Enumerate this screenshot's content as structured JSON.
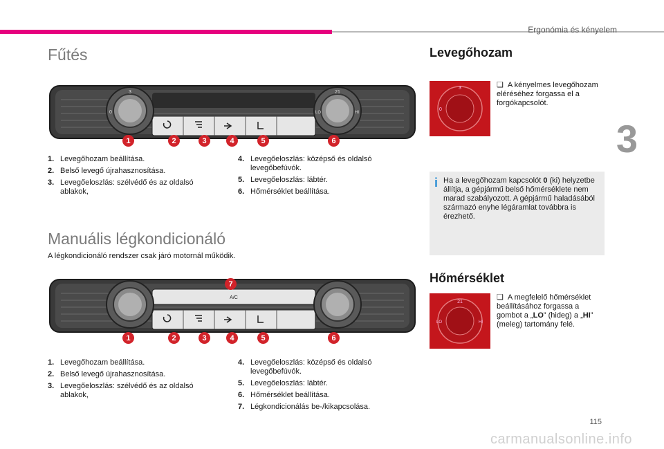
{
  "header": {
    "section": "Ergonómia és kényelem",
    "chapter": "3",
    "page_number": "115"
  },
  "heating": {
    "title": "Fűtés",
    "callouts": [
      "1",
      "2",
      "3",
      "4",
      "5",
      "6"
    ],
    "panel_labels": {
      "left_min": "0",
      "left_max": "3",
      "right_lo": "LO",
      "right_hi": "HI",
      "right_mid": "21"
    },
    "list_left": [
      {
        "num": "1.",
        "text": "Levegőhozam beállítása."
      },
      {
        "num": "2.",
        "text": "Belső levegő újrahasznosítása."
      },
      {
        "num": "3.",
        "text": "Levegőeloszlás: szélvédő és az oldalsó ablakok,"
      }
    ],
    "list_right": [
      {
        "num": "4.",
        "text": "Levegőeloszlás: középső és oldalsó levegőbefúvók."
      },
      {
        "num": "5.",
        "text": "Levegőeloszlás: lábtér."
      },
      {
        "num": "6.",
        "text": "Hőmérséklet beállítása."
      }
    ]
  },
  "manual_ac": {
    "title": "Manuális légkondicionáló",
    "intro": "A légkondicionáló rendszer csak járó motornál működik.",
    "ac_label": "A/C",
    "callouts": [
      "1",
      "2",
      "3",
      "4",
      "5",
      "6",
      "7"
    ],
    "list_left": [
      {
        "num": "1.",
        "text": "Levegőhozam beállítása."
      },
      {
        "num": "2.",
        "text": "Belső levegő újrahasznosítása."
      },
      {
        "num": "3.",
        "text": "Levegőeloszlás: szélvédő és az oldalsó ablakok,"
      }
    ],
    "list_right": [
      {
        "num": "4.",
        "text": "Levegőeloszlás: középső és oldalsó levegőbefúvók."
      },
      {
        "num": "5.",
        "text": "Levegőeloszlás: lábtér."
      },
      {
        "num": "6.",
        "text": "Hőmérséklet beállítása."
      },
      {
        "num": "7.",
        "text": "Légkondicionálás be-/kikapcsolása."
      }
    ]
  },
  "airflow": {
    "title": "Levegőhozam",
    "bullet": "A kényelmes levegőhozam eléréséhez forgassa el a forgókapcsolót.",
    "info_prefix": "Ha a levegőhozam kapcsolót ",
    "info_bold": "0",
    "info_suffix": " (ki) helyzetbe állítja, a gépjármű belső hőmérséklete nem marad szabályozott. A gépjármű haladásából származó enyhe légáramlat továbbra is érezhető."
  },
  "temperature": {
    "title": "Hőmérséklet",
    "bullet_pre": "A megfelelő hőmérséklet beállításához forgassa a gombot a „",
    "lo": "LO",
    "bullet_mid": "” (hideg) a „",
    "hi": "HI",
    "bullet_post": "” (meleg) tartomány felé."
  },
  "watermark": "carmanualsonline.info"
}
